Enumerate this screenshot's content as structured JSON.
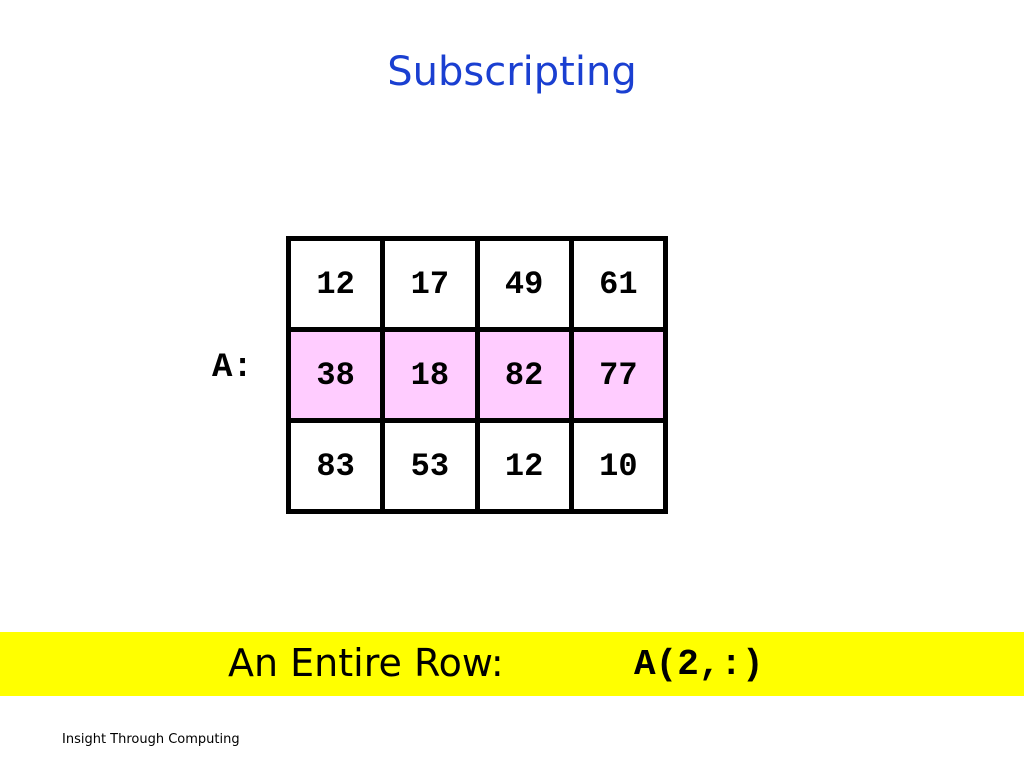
{
  "slide": {
    "title": "Subscripting",
    "title_color": "#1a3fd1"
  },
  "matrix": {
    "label": "A:",
    "rows": [
      [
        "12",
        "17",
        "49",
        "61"
      ],
      [
        "38",
        "18",
        "82",
        "77"
      ],
      [
        "83",
        "53",
        "12",
        "10"
      ]
    ],
    "highlighted_row": 2,
    "highlight_color": "#ffccff"
  },
  "banner": {
    "text": "An Entire Row:",
    "code": "A(2,:)",
    "background_color": "#ffff00"
  },
  "footer": {
    "text": "Insight Through Computing"
  }
}
